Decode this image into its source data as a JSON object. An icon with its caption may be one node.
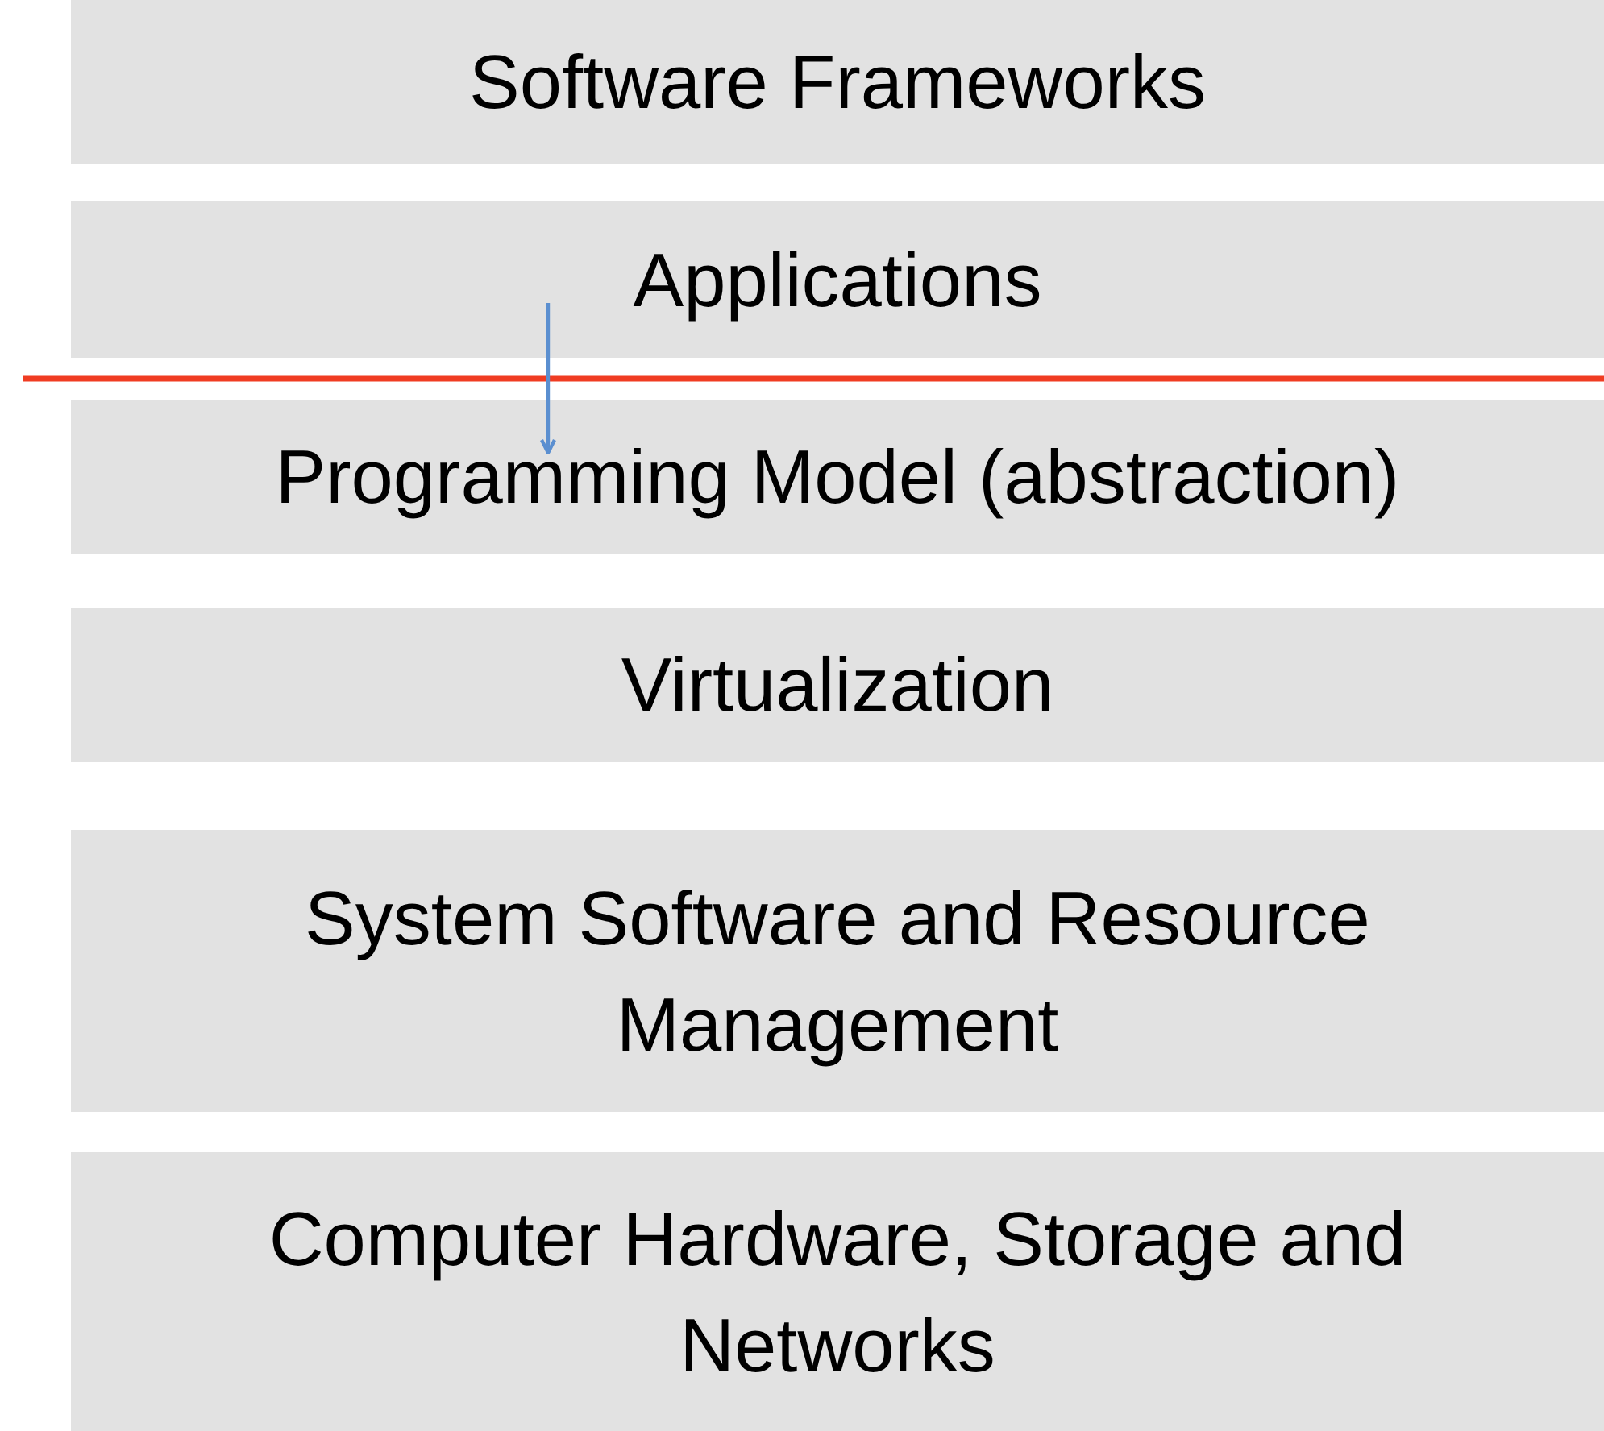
{
  "diagram": {
    "nodes": [
      {
        "text": [
          "Software Frameworks"
        ]
      },
      {
        "text": [
          "Applications"
        ]
      },
      {
        "text": [
          "Programming Model (abstraction)"
        ]
      },
      {
        "text": [
          "Virtualization"
        ]
      },
      {
        "text": [
          "System Software and Resource Management"
        ]
      },
      {
        "text": [
          "Computer Hardware, Storage and Networks"
        ]
      }
    ],
    "edges": [
      {
        "from": 1,
        "to": 2,
        "arrow": "to",
        "color": "#5b8fd0"
      }
    ]
  }
}
